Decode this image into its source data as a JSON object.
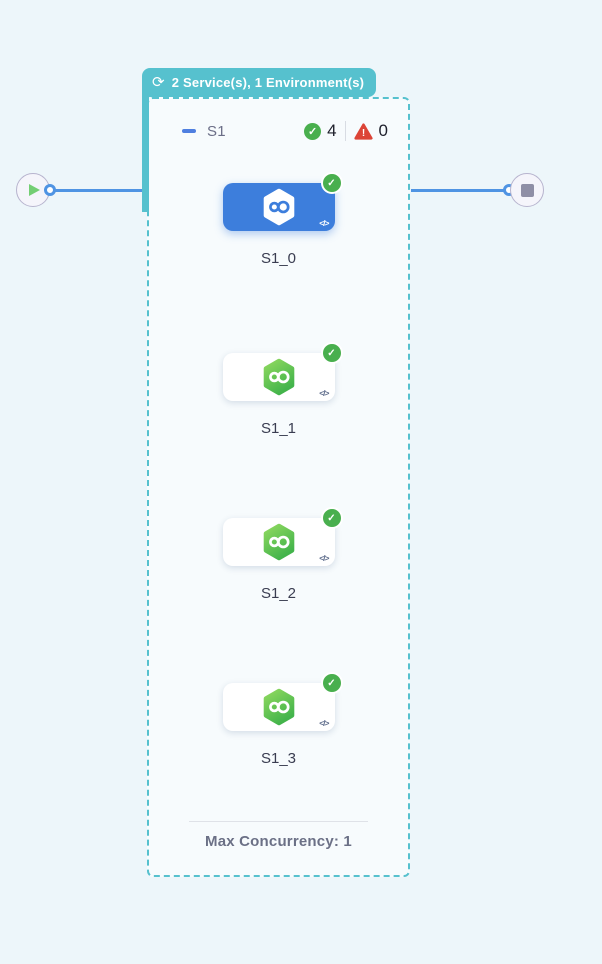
{
  "colors": {
    "background": "#EDF6FA",
    "teal_accent": "#56C1CE",
    "edge_blue": "#4F94E3",
    "selected_card_blue": "#3D7EDC",
    "success_green": "#49AF4E",
    "failure_red": "#DC4437"
  },
  "badge": {
    "label": "2 Service(s), 1 Environment(s)"
  },
  "icons": {
    "loop": "⟳",
    "check": "✓",
    "warning": "!",
    "code": "</>",
    "collapse": "−"
  },
  "stage": {
    "name": "S1",
    "success_count": "4",
    "failure_count": "0",
    "max_concurrency": "Max Concurrency: 1",
    "nodes": [
      {
        "label": "S1_0"
      },
      {
        "label": "S1_1"
      },
      {
        "label": "S1_2"
      },
      {
        "label": "S1_3"
      }
    ]
  }
}
